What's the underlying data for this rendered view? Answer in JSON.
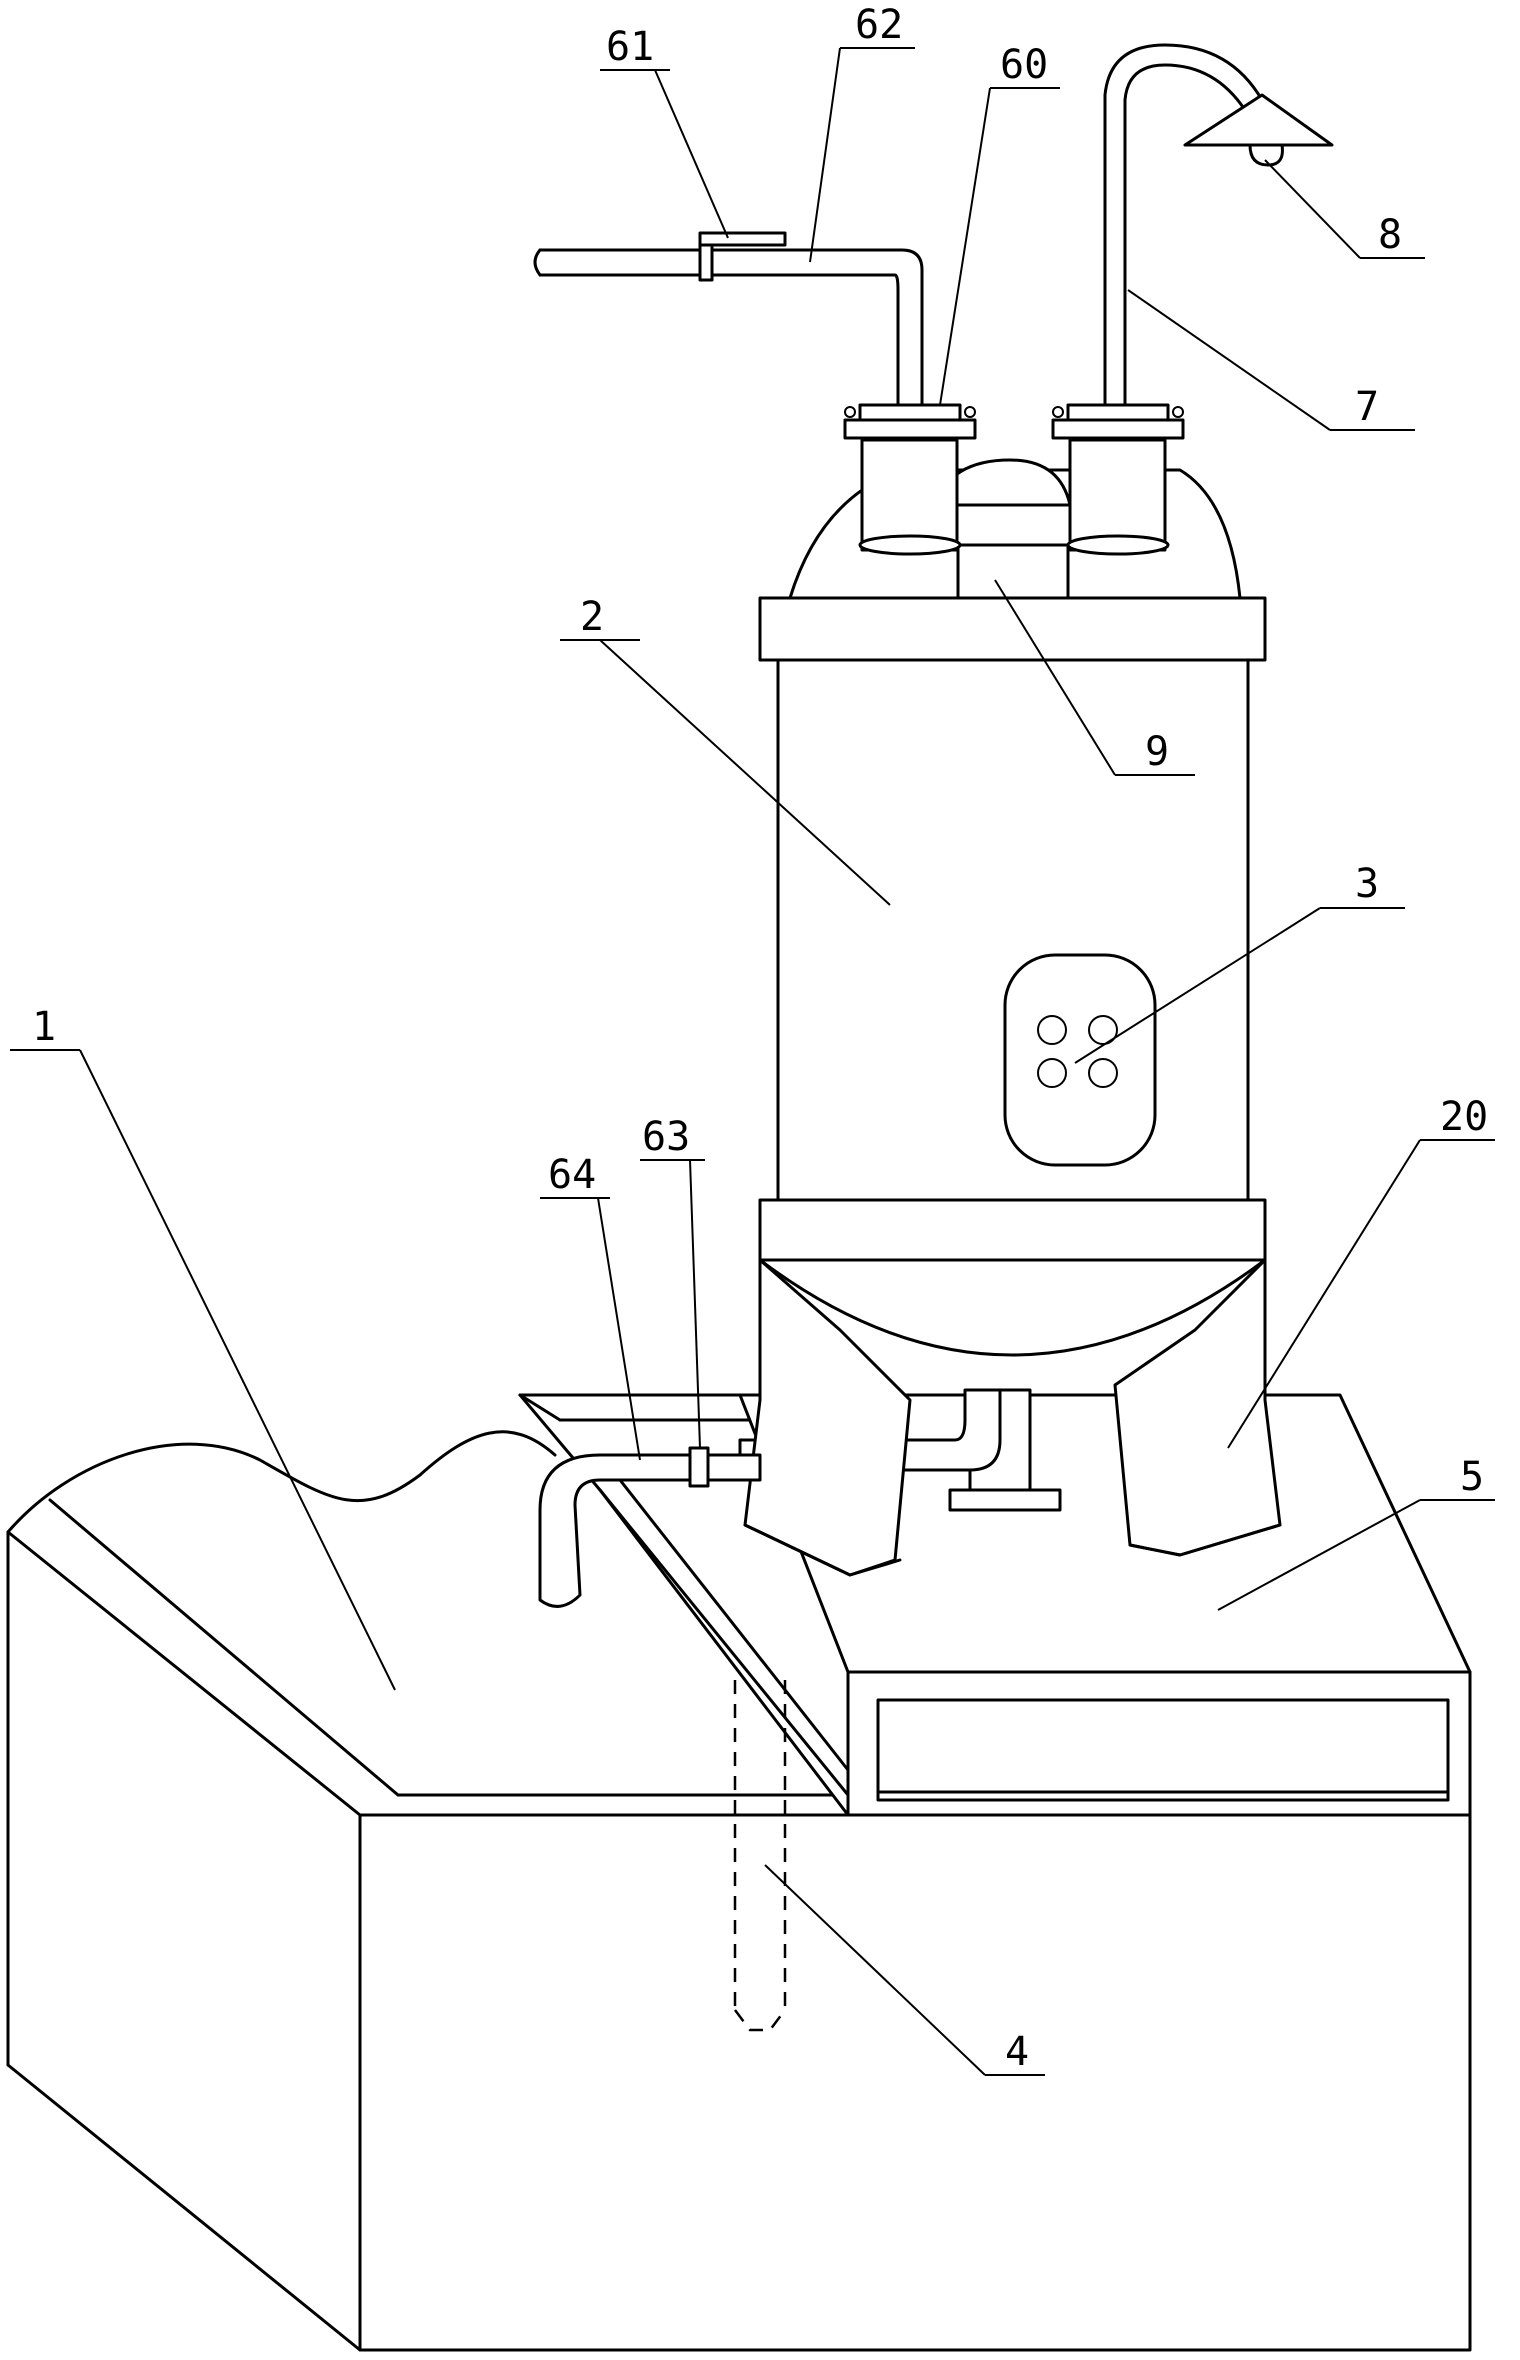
{
  "diagram": {
    "labels": [
      {
        "id": "label-1",
        "text": "1"
      },
      {
        "id": "label-2",
        "text": "2"
      },
      {
        "id": "label-3",
        "text": "3"
      },
      {
        "id": "label-4",
        "text": "4"
      },
      {
        "id": "label-5",
        "text": "5"
      },
      {
        "id": "label-7",
        "text": "7"
      },
      {
        "id": "label-8",
        "text": "8"
      },
      {
        "id": "label-9",
        "text": "9"
      },
      {
        "id": "label-20",
        "text": "20"
      },
      {
        "id": "label-60",
        "text": "60"
      },
      {
        "id": "label-61",
        "text": "61"
      },
      {
        "id": "label-62",
        "text": "62"
      },
      {
        "id": "label-63",
        "text": "63"
      },
      {
        "id": "label-64",
        "text": "64"
      }
    ]
  }
}
